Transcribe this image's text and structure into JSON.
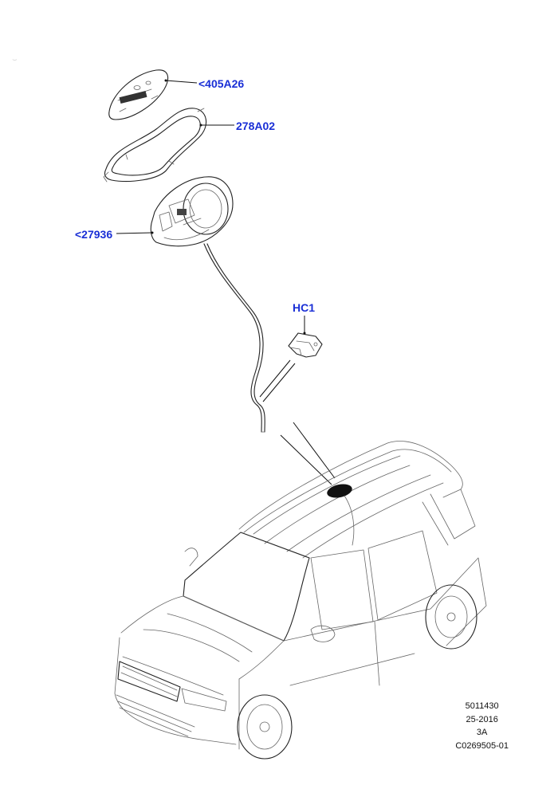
{
  "callouts": {
    "part_405A26": "<405A26",
    "part_278A02": "278A02",
    "part_27936": "<27936",
    "part_HC1": "HC1"
  },
  "footer": {
    "line1": "5011430",
    "line2": "25-2016",
    "line3": "3A",
    "line4": "C0269505-01"
  },
  "colors": {
    "callout_text": "#1a2fd6",
    "line_art": "#222222",
    "background": "#ffffff"
  }
}
